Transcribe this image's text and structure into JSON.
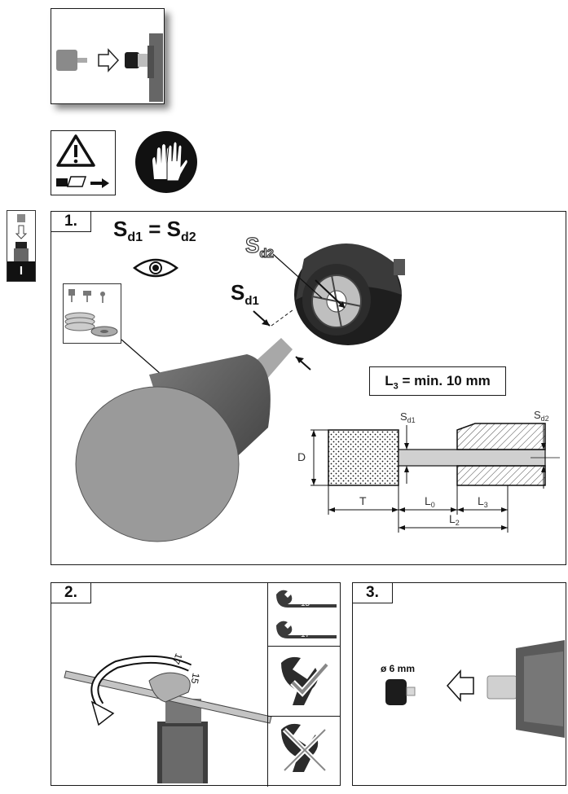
{
  "top_preview": {
    "caption": ""
  },
  "section_tab": {
    "letter": "I"
  },
  "step1": {
    "number": "1.",
    "equation_main": "S",
    "eq_sub1": "d1",
    "eq_equal": "=",
    "eq_sub2": "d2",
    "sd2_label": "S",
    "sd2_sub": "d2",
    "sd1_label": "S",
    "sd1_sub": "d1",
    "l3_box_label": "L",
    "l3_box_sub": "3",
    "l3_box_value": "= min. 10 mm",
    "diagram": {
      "D": "D",
      "T": "T",
      "L0": "L",
      "L0_sub": "0",
      "L2": "L",
      "L2_sub": "2",
      "L3": "L",
      "L3_sub": "3",
      "Sd1": "S",
      "Sd1_sub": "d1",
      "Sd2": "S",
      "Sd2_sub": "d2"
    }
  },
  "step2": {
    "number": "2.",
    "wrench_size_1": "15",
    "wrench_size_2": "17",
    "nut_label_1": "17",
    "nut_label_2": "15"
  },
  "step3": {
    "number": "3.",
    "diameter_label": "ø 6 mm"
  },
  "colors": {
    "frame": "#1a1a1a",
    "metal_dark": "#4a4a4a",
    "metal_mid": "#8a8a8a",
    "metal_light": "#cfcfcf"
  }
}
